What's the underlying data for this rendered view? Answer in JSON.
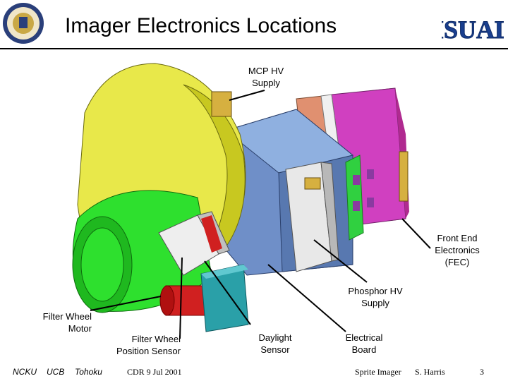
{
  "header": {
    "title": "Imager Electronics Locations",
    "logo_text": "ISUAL"
  },
  "callouts": {
    "mcp_hv": [
      "MCP HV",
      "Supply"
    ],
    "fec": [
      "Front End",
      "Electronics",
      "(FEC)"
    ],
    "phosphor_hv": [
      "Phosphor HV",
      "Supply"
    ],
    "filter_motor": [
      "Filter Wheel",
      "Motor"
    ],
    "filter_sensor": [
      "Filter Wheel",
      "Position Sensor"
    ],
    "daylight": [
      "Daylight",
      "Sensor"
    ],
    "electrical": [
      "Electrical",
      "Board"
    ]
  },
  "footer": {
    "org1": "NCKU",
    "org2": "UCB",
    "org3": "Tohoku",
    "event": "CDR 9 Jul 2001",
    "project": "Sprite Imager",
    "author": "S. Harris",
    "page": "3"
  },
  "colors": {
    "yellow_disk": "#e8e84a",
    "green_baffle": "#2ee02e",
    "blue_housing": "#6f8fc8",
    "magenta_board": "#d040c0",
    "salmon_board": "#e09070",
    "teal_sensor": "#2aa0a8",
    "red_motor": "#d02020",
    "logo_blue": "#1a3f8f"
  }
}
